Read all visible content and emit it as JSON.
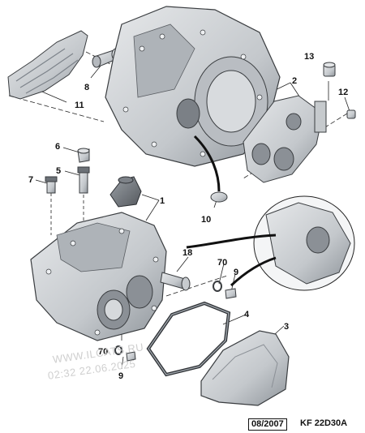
{
  "callouts": [
    {
      "id": "c1",
      "text": "1"
    },
    {
      "id": "c2",
      "text": "2"
    },
    {
      "id": "c3",
      "text": "3"
    },
    {
      "id": "c4",
      "text": "4"
    },
    {
      "id": "c5",
      "text": "5"
    },
    {
      "id": "c6",
      "text": "6"
    },
    {
      "id": "c7",
      "text": "7"
    },
    {
      "id": "c8",
      "text": "8"
    },
    {
      "id": "c9a",
      "text": "9"
    },
    {
      "id": "c9b",
      "text": "9"
    },
    {
      "id": "c10",
      "text": "10"
    },
    {
      "id": "c11",
      "text": "11"
    },
    {
      "id": "c12",
      "text": "12"
    },
    {
      "id": "c13",
      "text": "13"
    },
    {
      "id": "c18",
      "text": "18"
    },
    {
      "id": "c70a",
      "text": "70"
    },
    {
      "id": "c70b",
      "text": "70"
    }
  ],
  "watermark": {
    "line1": "WWW.ILCATS.RU",
    "line2": "02:32 22.06.2025"
  },
  "footer": {
    "date": "08/2007",
    "reference": "KF 22D30A"
  },
  "colors": {
    "part_fill": "#cfd2d6",
    "part_shade": "#9aa0a6",
    "part_stroke": "#3a3d40",
    "watermark": "#cfcfcf"
  }
}
